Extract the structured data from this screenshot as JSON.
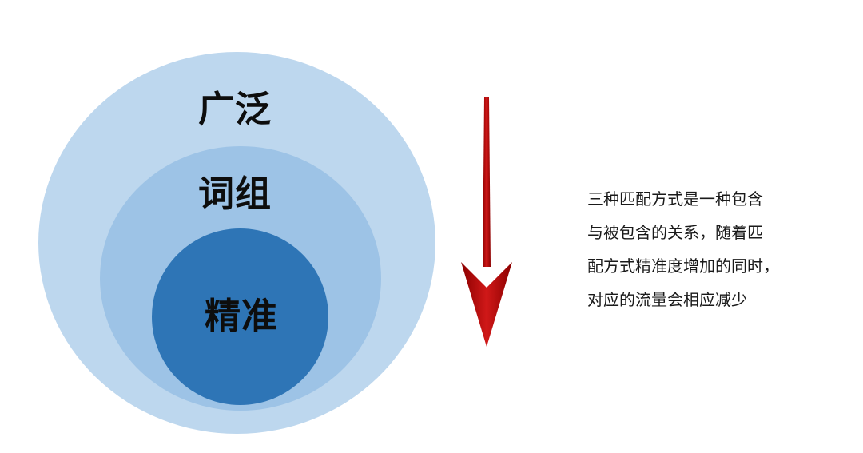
{
  "diagram": {
    "circles": [
      {
        "label": "广泛",
        "color": "#bdd7ee"
      },
      {
        "label": "词组",
        "color": "#9dc3e6"
      },
      {
        "label": "精准",
        "color": "#2e75b6"
      }
    ],
    "arrow": {
      "direction": "down",
      "color": "#c00000"
    },
    "description_lines": [
      "三种匹配方式是一种包含",
      "与被包含的关系，随着匹",
      "配方式精准度增加的同时，",
      "对应的流量会相应减少"
    ]
  }
}
